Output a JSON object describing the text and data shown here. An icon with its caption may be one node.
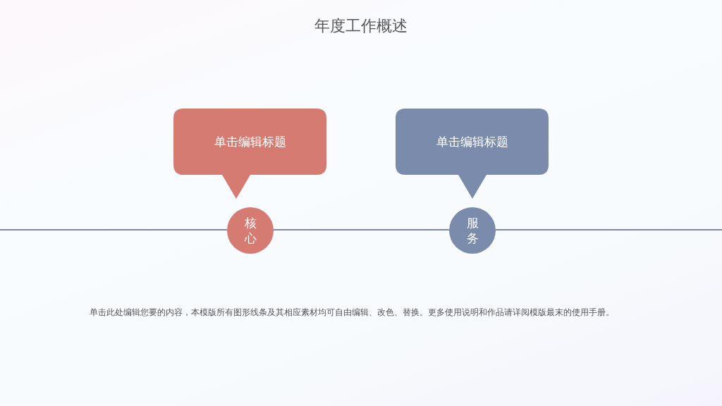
{
  "diagram": {
    "title": "年度工作概述",
    "nodes": [
      {
        "text": [
          "单击编辑标题"
        ]
      },
      {
        "text": [
          "核心"
        ]
      },
      {
        "text": [
          "单击编辑标题"
        ]
      },
      {
        "text": [
          "服务"
        ]
      }
    ],
    "edges": [
      {
        "from": null,
        "to": 1,
        "arrow": "none"
      },
      {
        "from": 1,
        "to": 3,
        "arrow": "none"
      },
      {
        "from": 3,
        "to": null,
        "arrow": "none"
      }
    ],
    "labels": [
      "单击此处编辑您要的内容，本模版所有图形线条及其相应素材均可自由编辑、改色、替换。更多使用说明和作品请详阅模版最末的使用手册。"
    ]
  }
}
